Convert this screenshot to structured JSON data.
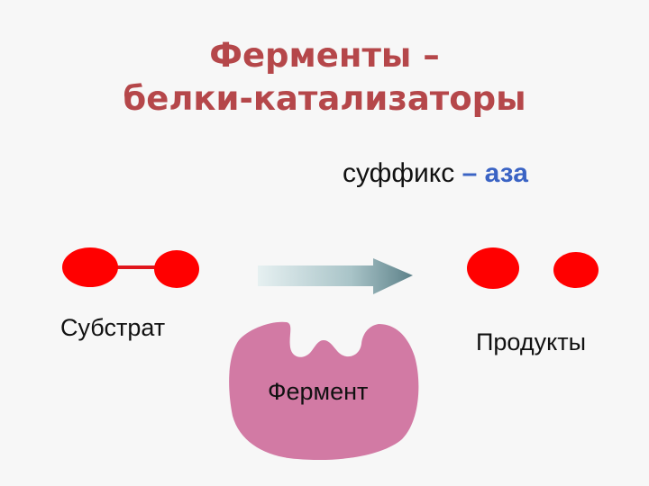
{
  "title": {
    "line1": "Ферменты –",
    "line2": "белки-катализаторы"
  },
  "suffix": {
    "text": "суффикс",
    "dash": "–",
    "ending": "аза"
  },
  "labels": {
    "substrate": "Субстрат",
    "products": "Продукты",
    "enzyme": "Фермент"
  },
  "colors": {
    "title": "#b5474a",
    "accent": "#3a63c4",
    "molecule": "#ff0000",
    "enzyme": "#d27aa4",
    "arrow": "#8fb1b7",
    "background": "#f7f7f7"
  }
}
